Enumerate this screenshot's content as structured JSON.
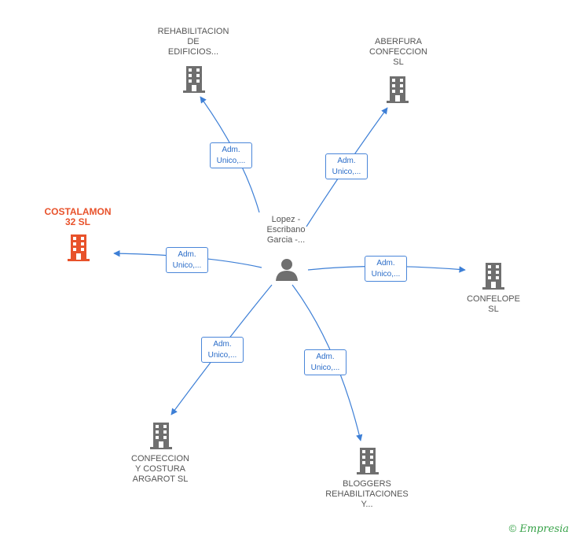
{
  "center": {
    "name_lines": [
      "Lopez -",
      "Escribano",
      "Garcia -..."
    ],
    "icon": "person-icon"
  },
  "companies": [
    {
      "id": "rehabilitacion",
      "lines": [
        "REHABILITACION",
        "DE",
        "EDIFICIOS..."
      ],
      "role": "Adm. Unico,...",
      "highlight": false
    },
    {
      "id": "aberfura",
      "lines": [
        "ABERFURA",
        "CONFECCION",
        "SL"
      ],
      "role": "Adm. Unico,...",
      "highlight": false
    },
    {
      "id": "costalamon",
      "lines": [
        "COSTALAMON",
        "32  SL"
      ],
      "role": "Adm. Unico,...",
      "highlight": true
    },
    {
      "id": "confelope",
      "lines": [
        "CONFELOPE",
        "SL"
      ],
      "role": "Adm. Unico,...",
      "highlight": false
    },
    {
      "id": "confeccion",
      "lines": [
        "CONFECCION",
        "Y COSTURA",
        "ARGAROT  SL"
      ],
      "role": "Adm. Unico,...",
      "highlight": false
    },
    {
      "id": "bloggers",
      "lines": [
        "BLOGGERS",
        "REHABILITACIONES",
        "Y..."
      ],
      "role": "Adm. Unico,...",
      "highlight": false
    }
  ],
  "colors": {
    "edge": "#3d7fd6",
    "building": "#6f6f6f",
    "highlight": "#e8522b",
    "footer": "#39a34a"
  },
  "footer": {
    "copyright": "©",
    "brand": "Empresia"
  }
}
